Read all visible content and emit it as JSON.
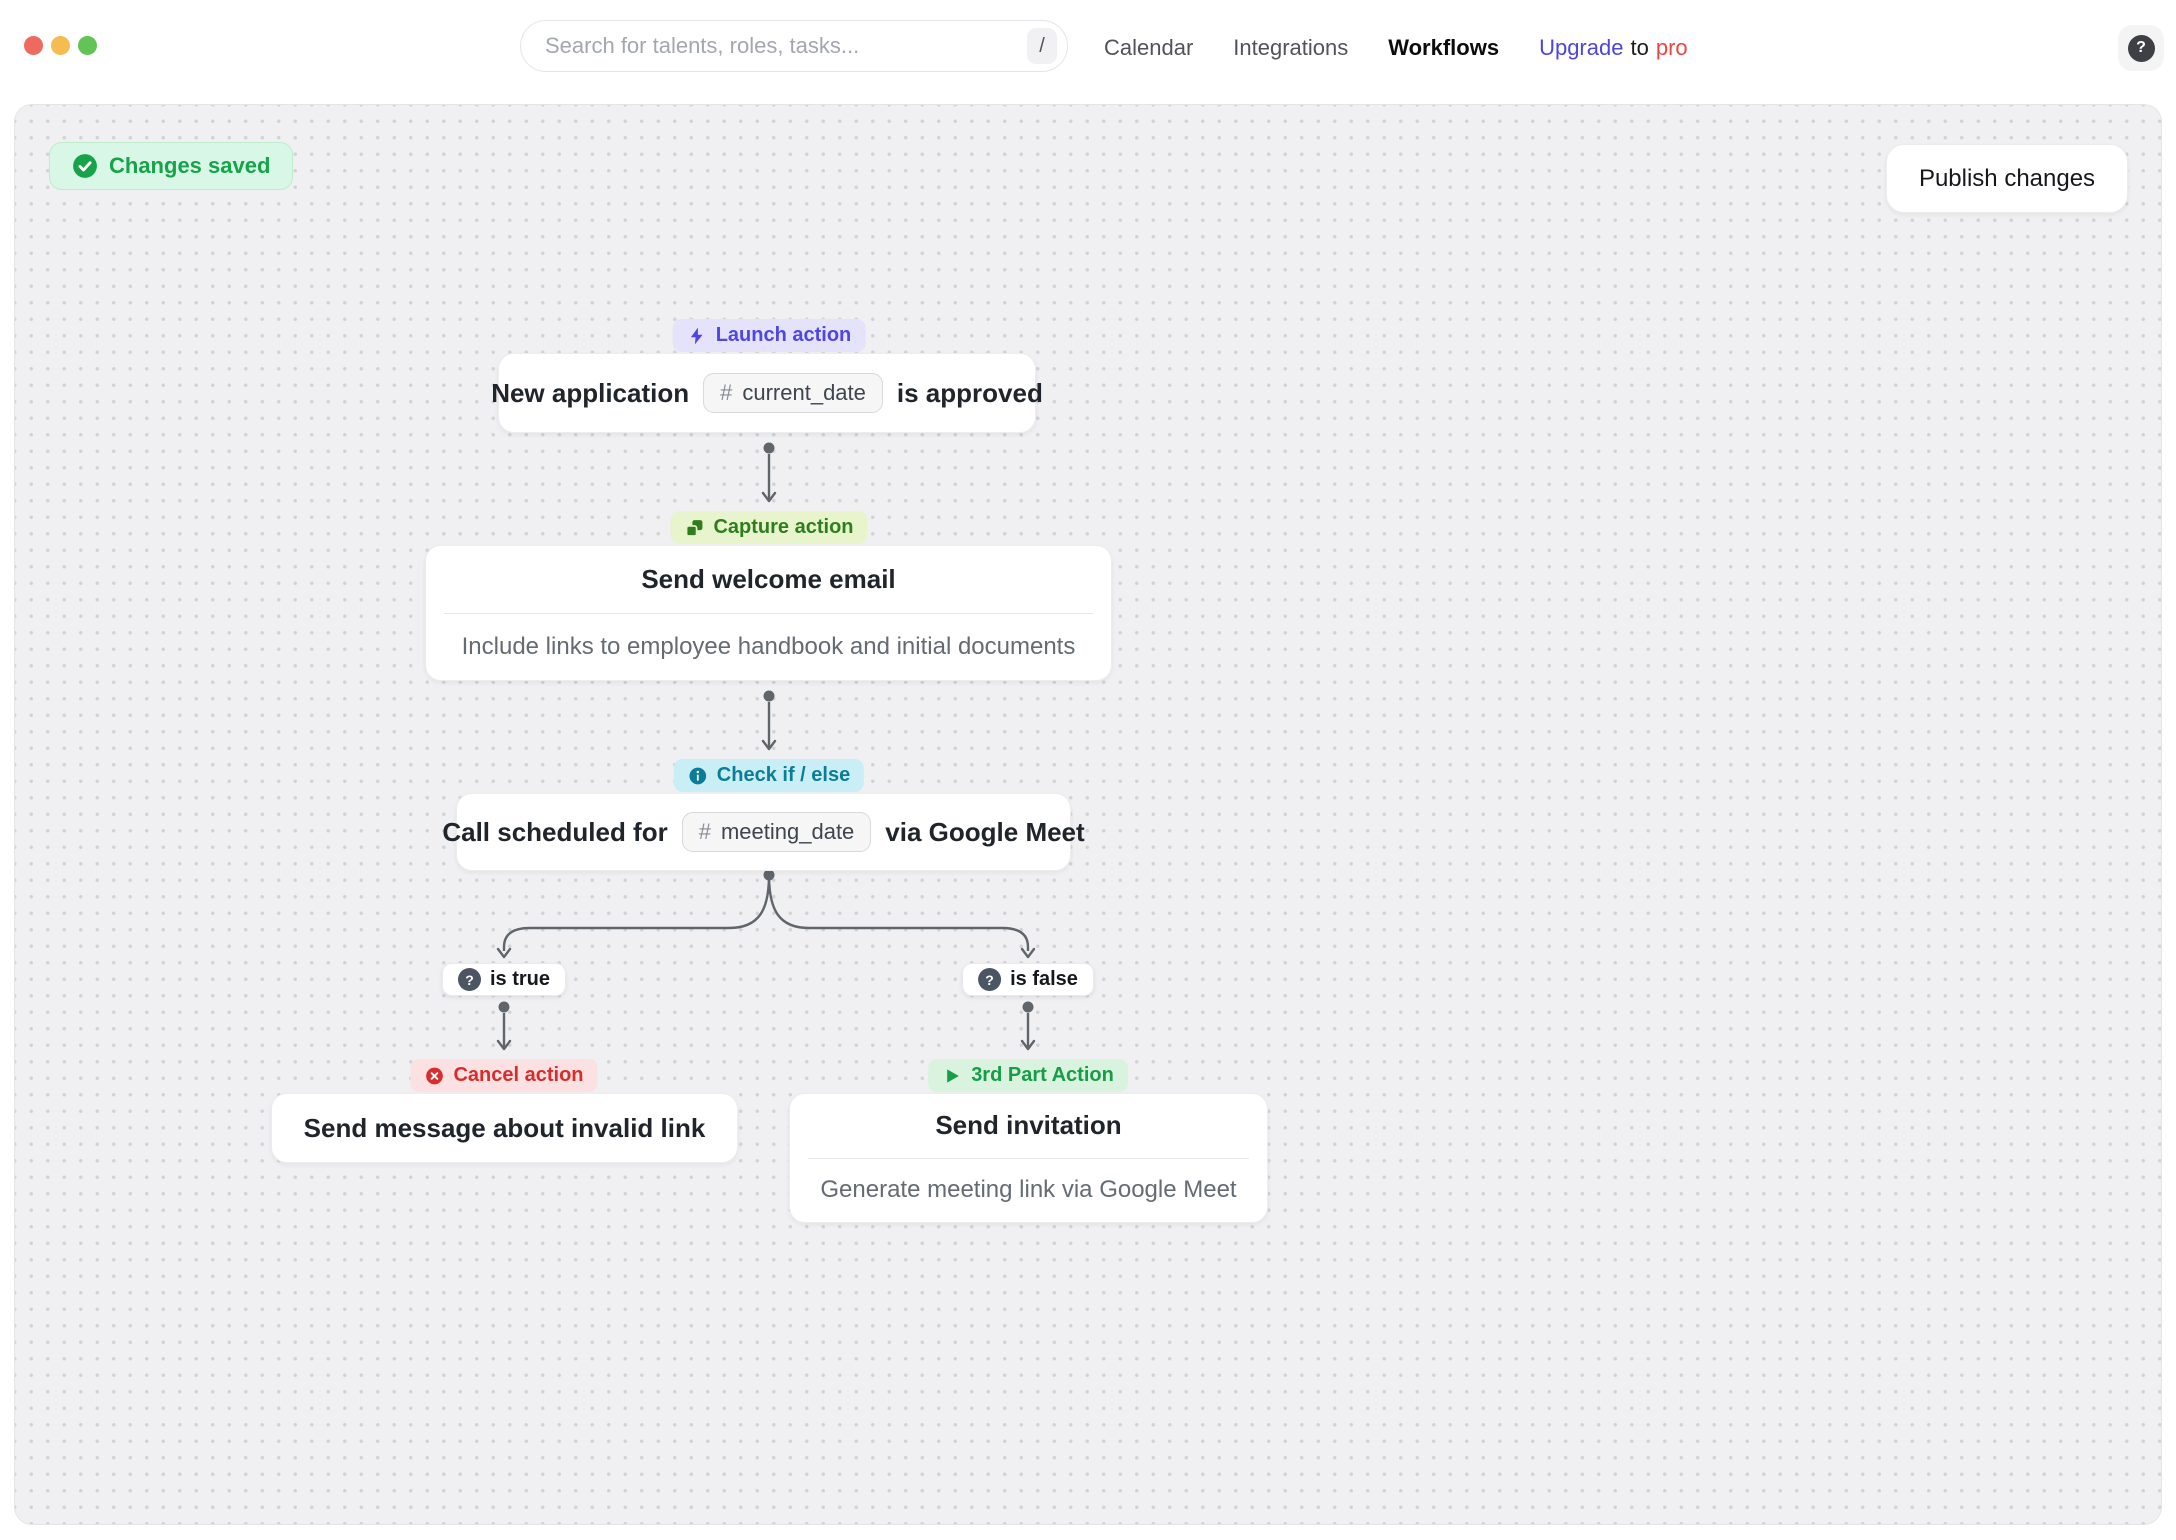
{
  "header": {
    "search": {
      "placeholder": "Search for talents, roles, tasks...",
      "shortcut_key": "/"
    },
    "nav": {
      "calendar": "Calendar",
      "integrations": "Integrations",
      "workflows": "Workflows"
    },
    "upgrade": {
      "word1": "Upgrade",
      "word2": "to",
      "word3": "pro"
    },
    "help_glyph": "?"
  },
  "canvas_toolbar": {
    "status_badge": "Changes saved",
    "publish_button": "Publish changes"
  },
  "flow": {
    "launch": {
      "badge": "Launch action",
      "icon": "bolt-icon",
      "text_before": "New application",
      "chip_hash": "#",
      "chip_name": "current_date",
      "text_after": "is approved"
    },
    "capture": {
      "badge": "Capture action",
      "icon": "copy-squares-icon",
      "title": "Send welcome email",
      "subtitle": "Include links to employee handbook and initial documents"
    },
    "check": {
      "badge": "Check if / else",
      "icon": "info-circle-icon",
      "text_before": "Call scheduled for",
      "chip_hash": "#",
      "chip_name": "meeting_date",
      "text_after": "via Google Meet"
    },
    "branch_true": {
      "label": "is true",
      "icon_glyph": "?"
    },
    "branch_false": {
      "label": "is false",
      "icon_glyph": "?"
    },
    "cancel": {
      "badge": "Cancel action",
      "icon": "x-circle-icon",
      "title": "Send message about invalid link"
    },
    "third_party": {
      "badge": "3rd Part Action",
      "icon": "play-icon",
      "title": "Send invitation",
      "subtitle": "Generate meeting link via Google Meet"
    }
  },
  "colors": {
    "launch_badge_bg": "#e5e2fc",
    "launch_badge_text": "#4f46e5",
    "capture_badge_bg": "#e8f5cc",
    "capture_badge_text": "#2f7e1d",
    "check_badge_bg": "#c9eef6",
    "check_badge_text": "#0c7d96",
    "cancel_badge_bg": "#fbe1e1",
    "cancel_badge_text": "#d92c2c",
    "third_badge_bg": "#d9f3de",
    "third_badge_text": "#169d48",
    "status_bg": "#d9f7e6",
    "status_text": "#16a34a",
    "upgrade_blue": "#4d45e2",
    "pro_red": "#ef4444",
    "traffic_red": "#ee6a5f",
    "traffic_yellow": "#f5bd4f",
    "traffic_green": "#62c454",
    "connector": "#60646b",
    "canvas_bg": "#f0f0f2",
    "canvas_dots": "#d2d3d8"
  }
}
